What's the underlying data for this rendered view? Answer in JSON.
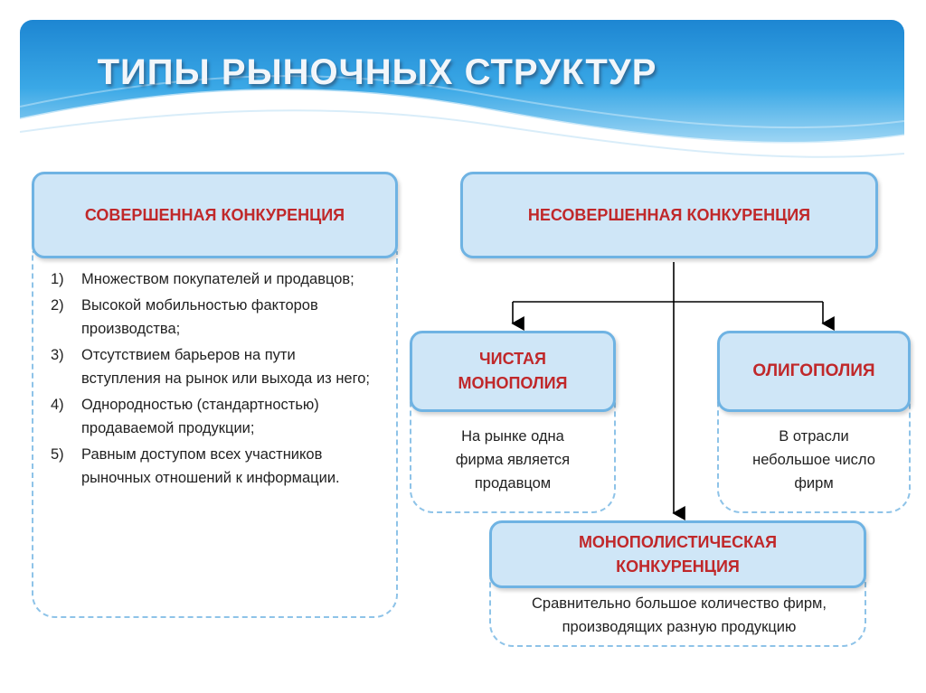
{
  "title": "ТИПЫ РЫНОЧНЫХ СТРУКТУР",
  "perfect": {
    "label": "СОВЕРШЕННАЯ КОНКУРЕНЦИЯ",
    "conditions": [
      {
        "num": "1)",
        "text": "Множеством покупателей и продавцов;"
      },
      {
        "num": "2)",
        "text": "Высокой мобильностью факторов производства;"
      },
      {
        "num": "3)",
        "text": "Отсутствием барьеров на пути вступления на рынок или выхода из него;"
      },
      {
        "num": "4)",
        "text": "Однородностью (стандартностью) продаваемой продукции;"
      },
      {
        "num": "5)",
        "text": "Равным доступом всех участников рыночных отношений к информации."
      }
    ]
  },
  "imperfect": {
    "label": "НЕСОВЕРШЕННАЯ КОНКУРЕНЦИЯ",
    "types": {
      "monopoly": {
        "label": "ЧИСТАЯ МОНОПОЛИЯ",
        "description": "На рынке одна фирма является продавцом"
      },
      "oligopoly": {
        "label": "ОЛИГОПОЛИЯ",
        "description": "В отрасли небольшое число фирм"
      },
      "monopolistic": {
        "label": "МОНОПОЛИСТИЧЕСКАЯ КОНКУРЕНЦИЯ",
        "description": "Сравнительно большое количество фирм, производящих разную продукцию"
      }
    }
  },
  "colors": {
    "box_fill": "#cfe6f7",
    "box_border": "#6fb3e3",
    "label_text": "#c0282a",
    "header_blue": "#1e90d8"
  }
}
